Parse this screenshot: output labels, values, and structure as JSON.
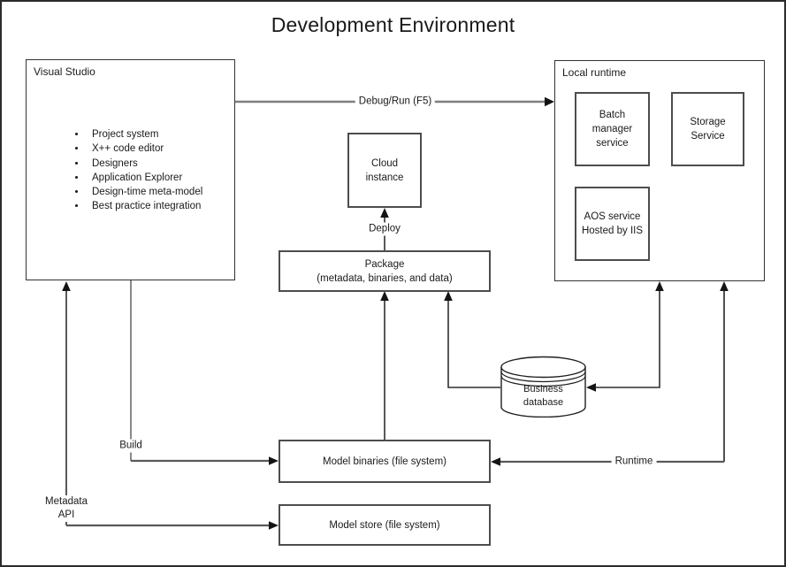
{
  "title": "Development Environment",
  "nodes": {
    "visual_studio": {
      "label": "Visual Studio",
      "items": [
        "Project system",
        "X++ code editor",
        "Designers",
        "Application Explorer",
        "Design-time meta-model",
        "Best practice integration"
      ]
    },
    "local_runtime": {
      "label": "Local runtime"
    },
    "batch_manager": {
      "label": "Batch\nmanager\nservice"
    },
    "storage_service": {
      "label": "Storage\nService"
    },
    "aos_service": {
      "label": "AOS service\nHosted by IIS"
    },
    "cloud_instance": {
      "label": "Cloud\ninstance"
    },
    "package": {
      "label": "Package\n(metadata, binaries, and data)"
    },
    "business_database": {
      "label": "Business\ndatabase"
    },
    "model_binaries": {
      "label": "Model binaries (file system)"
    },
    "model_store": {
      "label": "Model store (file system)"
    }
  },
  "edges": {
    "debug_run": {
      "label": "Debug/Run (F5)",
      "from": "visual_studio",
      "to": "local_runtime"
    },
    "deploy": {
      "label": "Deploy",
      "from": "package",
      "to": "cloud_instance"
    },
    "build": {
      "label": "Build",
      "from": "visual_studio",
      "to": "model_binaries"
    },
    "metadata_api": {
      "label": "Metadata\nAPI",
      "from": "model_store",
      "to": "visual_studio",
      "bidirectional": true
    },
    "runtime": {
      "label": "Runtime",
      "from": "local_runtime",
      "to": "model_binaries",
      "bidirectional": true
    },
    "binaries_to_package": {
      "label": "",
      "from": "model_binaries",
      "to": "package"
    },
    "database_to_package": {
      "label": "",
      "from": "business_database",
      "to": "package"
    },
    "runtime_to_database": {
      "label": "",
      "from": "local_runtime",
      "to": "business_database",
      "bidirectional": true
    }
  },
  "colors": {
    "connector_gray": "#7f7f7f",
    "connector_mid": "#595959",
    "connector_dark": "#2f2f2f",
    "box_border": "#4d4d4d",
    "container_border": "#333333",
    "background": "#ffffff",
    "text": "#1a1a1a"
  }
}
